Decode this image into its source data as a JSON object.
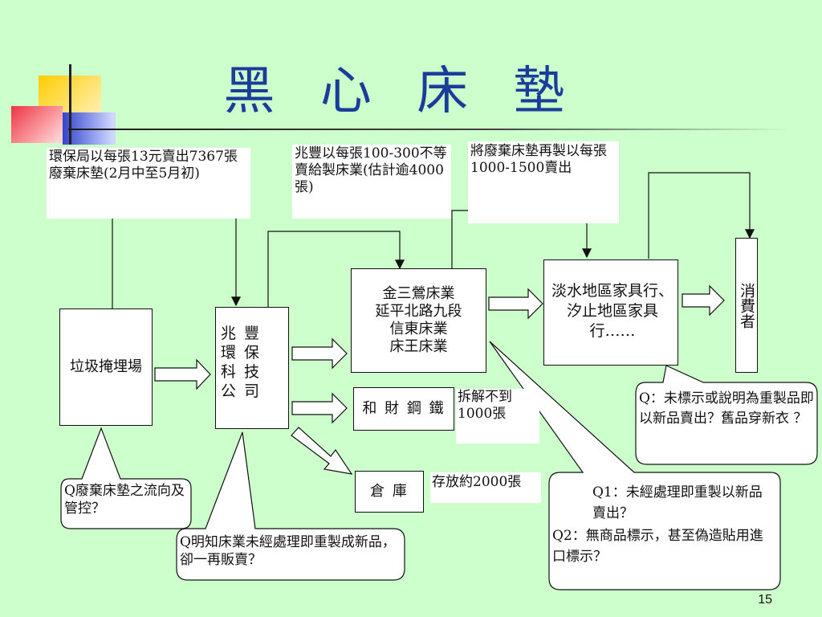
{
  "title": "黑 心 床 墊",
  "page_number": "15",
  "notes": {
    "epa": "環保局以每張13元賣出7367張廢棄床墊(2月中至5月初)",
    "zhaofeng_sell": "兆豐以每張100-300不等賣給製床業(估計逾4000張)",
    "resell": "將廢棄床墊再製以每張1000-1500賣出"
  },
  "nodes": {
    "landfill": "垃圾掩埋場",
    "zhaofeng": "兆 豐 環 保 科 技 公 司",
    "mattress_makers": [
      "金三鶯床業",
      "延平北路九段",
      "信東床業",
      "床王床業"
    ],
    "steel": "和 財 鋼 鐵",
    "warehouse": "倉 庫",
    "furniture": "淡水地區家具行、汐止地區家具行……",
    "consumer": "消費者"
  },
  "labels": {
    "dismantle": "拆解不到1000張",
    "storage": "存放約2000張"
  },
  "callouts": {
    "q_flow": "Q廢棄床墊之流向及管控？",
    "q_know": "Q明知床業未經處理即重製成新品，卻一再販賣？",
    "q_label": "Q：未標示或說明為重製品即以新品賣出？舊品穿新衣 ？",
    "q1": "Q1：未經處理即重製以新品賣出？",
    "q2": "Q2：無商品標示，甚至偽造貼用進口標示？"
  },
  "colors": {
    "background": "#ccffcc",
    "title": "#1a3d9a",
    "deco_yellow": "#ffcc00",
    "deco_red": "#ee3344",
    "deco_blue": "#3344cc"
  }
}
